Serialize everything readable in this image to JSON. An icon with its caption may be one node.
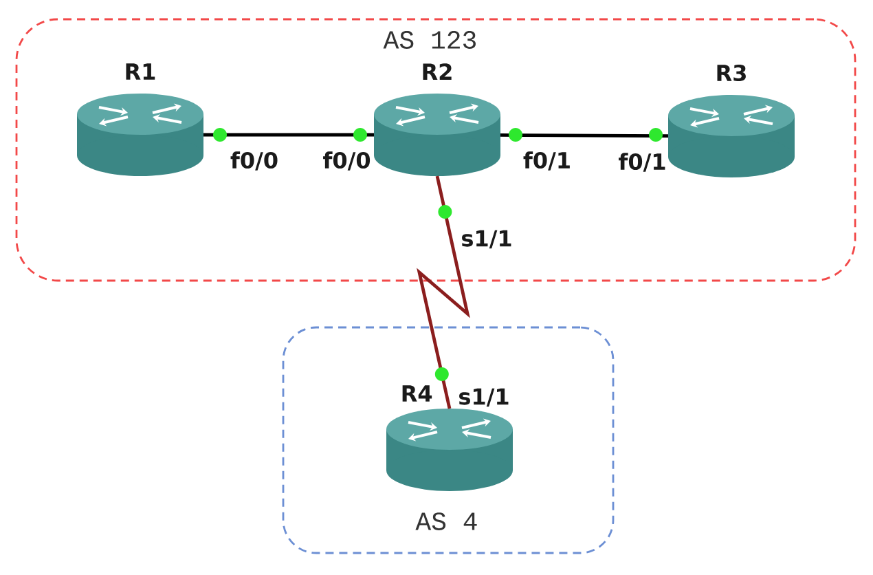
{
  "diagram": {
    "nodes": [
      {
        "text": [
          "AS 123"
        ]
      },
      {
        "text": [
          "R1"
        ],
        "in": 0,
        "beside": [
          "f0/0"
        ]
      },
      {
        "text": [
          "R2"
        ],
        "in": 0,
        "beside": [
          "f0/0",
          "f0/1",
          "s1/1"
        ]
      },
      {
        "text": [
          "R3"
        ],
        "in": 0,
        "beside": [
          "f0/1"
        ]
      },
      {
        "text": [
          "AS 4"
        ]
      },
      {
        "text": [
          "R4"
        ],
        "in": 4,
        "beside": [
          "s1/1"
        ]
      }
    ],
    "edges": [
      {
        "from": 1,
        "to": 2,
        "arrow": "none"
      },
      {
        "from": 2,
        "to": 3,
        "arrow": "none"
      },
      {
        "from": 2,
        "to": 5,
        "arrow": "none",
        "color": "#8b1e1e"
      }
    ]
  }
}
